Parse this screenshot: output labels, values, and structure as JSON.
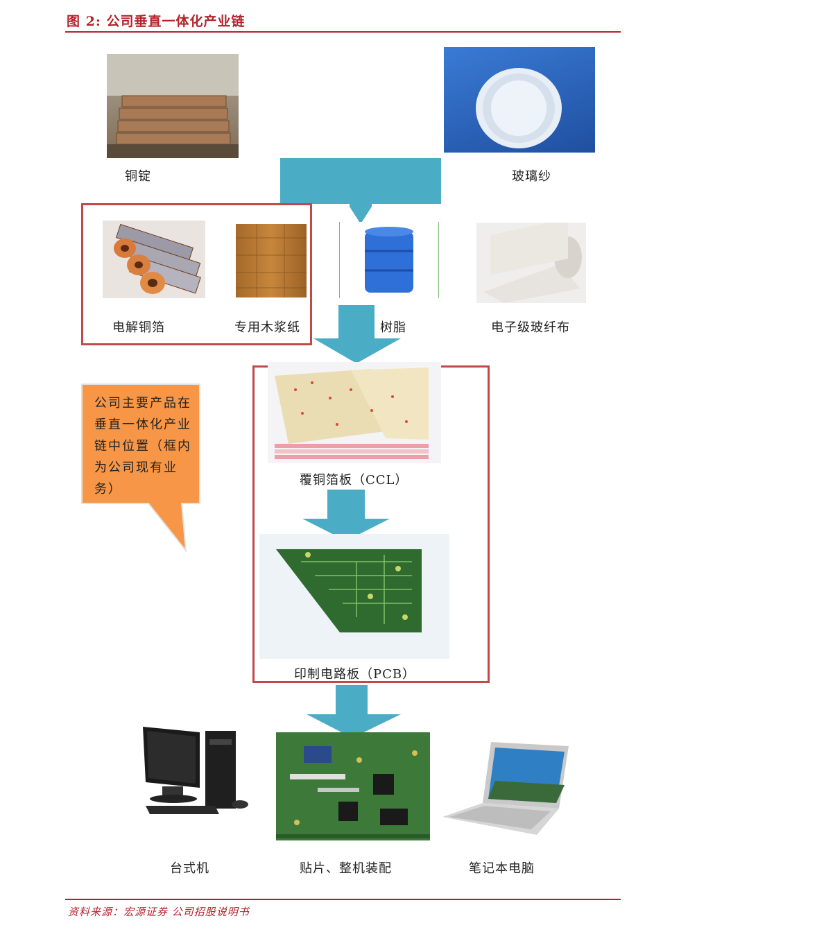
{
  "figure": {
    "title": "图 2:  公司垂直一体化产业链",
    "source": "资料来源：宏源证券   公司招股说明书"
  },
  "colors": {
    "accent": "#b4222a",
    "frame": "#c0494a",
    "arrow": "#4bacc6",
    "callout": "#f79646"
  },
  "raw_materials": {
    "copper_ingot": "铜锭",
    "glass_yarn": "玻璃纱"
  },
  "intermediate": {
    "copper_foil": "电解铜箔",
    "wood_pulp_paper": "专用木浆纸",
    "resin": "树脂",
    "glass_cloth": "电子级玻纤布"
  },
  "core_products": {
    "ccl": "覆铜箔板（CCL）",
    "pcb": "印制电路板（PCB）"
  },
  "downstream": {
    "desktop": "台式机",
    "smt": "贴片、整机装配",
    "laptop": "笔记本电脑"
  },
  "callout": {
    "text": "公司主要产品在垂直一体化产业链中位置（框内为公司现有业务）"
  }
}
